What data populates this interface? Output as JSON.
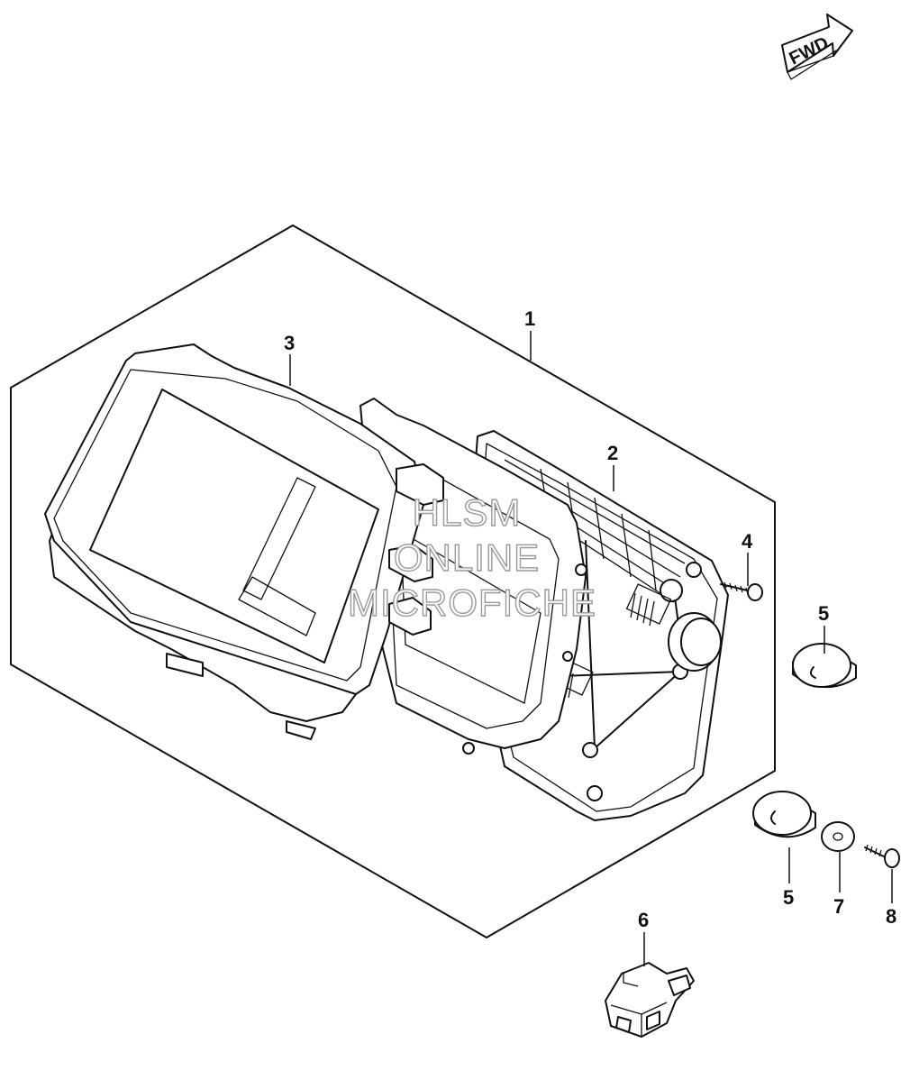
{
  "fwd_label": "FWD",
  "callouts": [
    {
      "id": "c1",
      "text": "1"
    },
    {
      "id": "c2",
      "text": "2"
    },
    {
      "id": "c3",
      "text": "3"
    },
    {
      "id": "c4",
      "text": "4"
    },
    {
      "id": "c5a",
      "text": "5"
    },
    {
      "id": "c5b",
      "text": "5"
    },
    {
      "id": "c6",
      "text": "6"
    },
    {
      "id": "c7",
      "text": "7"
    },
    {
      "id": "c8",
      "text": "8"
    }
  ],
  "watermark": [
    "HLSM",
    "ONLINE",
    "MICROFICHE"
  ]
}
